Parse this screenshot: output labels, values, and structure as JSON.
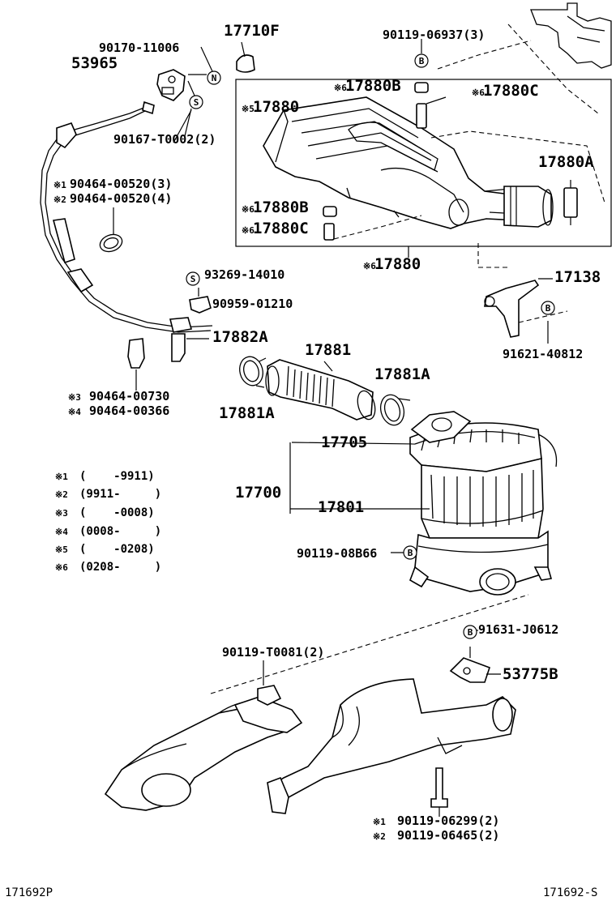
{
  "diagram": {
    "parts": {
      "p1": "90170-11006",
      "p2": "17710F",
      "p3": "90119-06937(3)",
      "p4": "53965",
      "p5": "17880B",
      "p6": "17880C",
      "p7": "17880",
      "p8": "90167-T0002(2)",
      "p9": "17880A",
      "p10": "90464-00520(3)",
      "p11": "90464-00520(4)",
      "p12": "17880B",
      "p13": "17880C",
      "p14": "17880",
      "p15": "93269-14010",
      "p16": "17138",
      "p17": "90959-01210",
      "p18": "17882A",
      "p19": "17881",
      "p20": "91621-40812",
      "p21": "17881A",
      "p22": "90464-00730",
      "p23": "90464-00366",
      "p24": "17881A",
      "p25": "17705",
      "p26": "17700",
      "p27": "17801",
      "p28": "90119-08B66",
      "p29": "91631-J0612",
      "p30": "90119-T0081(2)",
      "p31": "53775B",
      "p32": "90119-06299(2)",
      "p33": "90119-06465(2)"
    },
    "markers": {
      "note1": "※1",
      "note2": "※2",
      "note3": "※3",
      "note4": "※4",
      "note5": "※5",
      "note6": "※6",
      "circ_n": "N",
      "circ_s": "S",
      "circ_b": "B"
    },
    "legend": [
      {
        "mark": "※1",
        "range": "(    -9911)"
      },
      {
        "mark": "※2",
        "range": "(9911-     )"
      },
      {
        "mark": "※3",
        "range": "(    -0008)"
      },
      {
        "mark": "※4",
        "range": "(0008-     )"
      },
      {
        "mark": "※5",
        "range": "(    -0208)"
      },
      {
        "mark": "※6",
        "range": "(0208-     )"
      }
    ],
    "footer_left": "171692P",
    "footer_right": "171692-S"
  }
}
